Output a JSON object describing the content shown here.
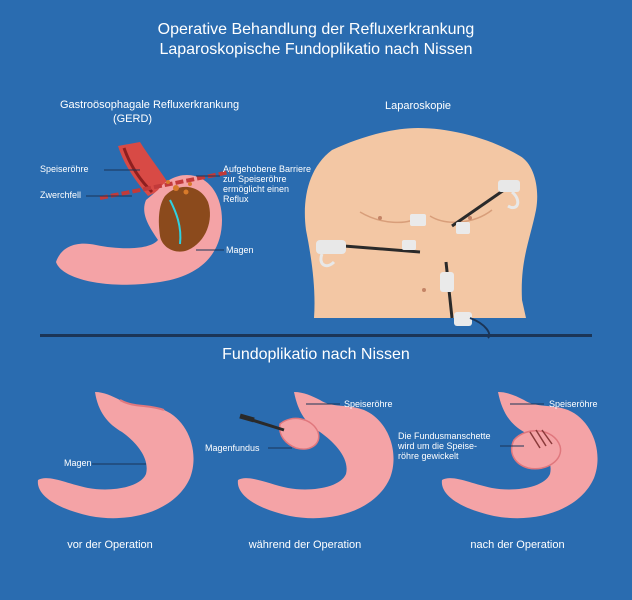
{
  "title": {
    "line1": "Operative Behandlung der Refluxerkrankung",
    "line2": "Laparoskopische Fundoplikatio nach Nissen"
  },
  "gerd": {
    "heading_line1": "Gastroösophagale Refluxerkrankung",
    "heading_line2": "(GERD)",
    "label_esophagus": "Speiseröhre",
    "label_diaphragm": "Zwerchfell",
    "label_barrier_line1": "Aufgehobene Barriere",
    "label_barrier_line2": "zur Speiseröhre",
    "label_barrier_line3": "ermöglicht einen",
    "label_barrier_line4": "Reflux",
    "label_stomach": "Magen"
  },
  "laparoscopy": {
    "heading": "Laparoskopie"
  },
  "fundoplication": {
    "heading": "Fundoplikatio nach Nissen",
    "before": {
      "label_stomach": "Magen",
      "caption": "vor der Operation"
    },
    "during": {
      "label_esophagus": "Speiseröhre",
      "label_fundus": "Magenfundus",
      "caption": "während der Operation"
    },
    "after": {
      "label_esophagus": "Speiseröhre",
      "label_wrap_line1": "Die Fundusmanschette",
      "label_wrap_line2": "wird um die Speise-",
      "label_wrap_line3": "röhre gewickelt",
      "caption": "nach der Operation"
    }
  },
  "colors": {
    "background": "#2a6cb0",
    "stomach": "#f4a3a6",
    "stomach_dark": "#e0777d",
    "skin": "#f3c7a4",
    "acid": "#8b4a1c",
    "text": "#ffffff"
  }
}
